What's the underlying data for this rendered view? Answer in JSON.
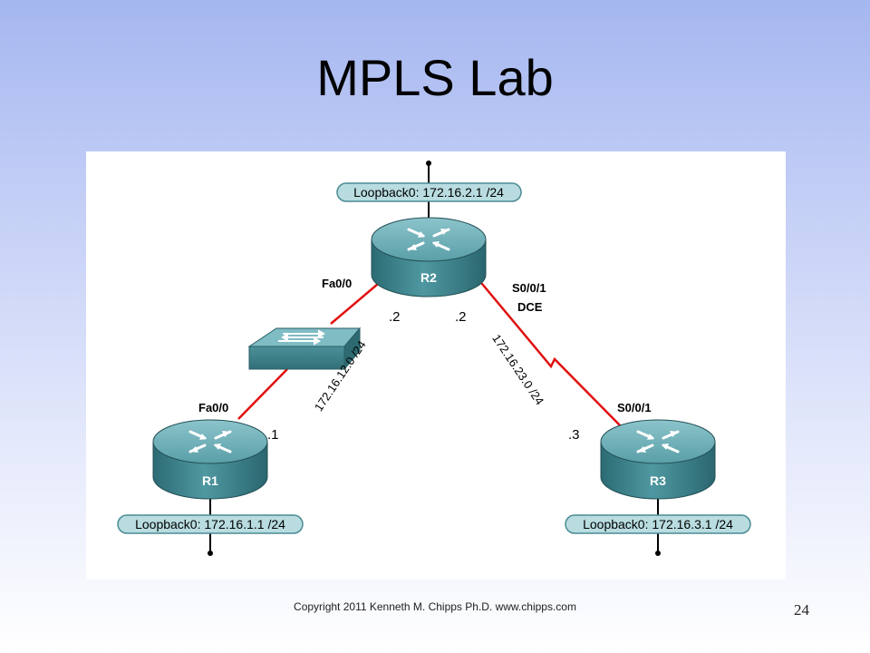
{
  "slide": {
    "title": "MPLS Lab",
    "footer": "Copyright 2011 Kenneth M. Chipps Ph.D. www.chipps.com",
    "page_number": "24"
  },
  "diagram": {
    "routers": [
      {
        "label": "R2",
        "loopback": "Loopback0: 172.16.2.1 /24"
      },
      {
        "label": "R1",
        "loopback": "Loopback0: 172.16.1.1 /24"
      },
      {
        "label": "R3",
        "loopback": "Loopback0: 172.16.3.1 /24"
      }
    ],
    "interfaces": {
      "r2_fa": "Fa0/0",
      "r2_serial": "S0/0/1",
      "r2_dce": "DCE",
      "r1_fa": "Fa0/0",
      "r3_serial": "S0/0/1"
    },
    "host_ids": {
      "r2_left": ".2",
      "r2_right": ".2",
      "r1": ".1",
      "r3": ".3"
    },
    "networks": {
      "left_link": "172.16.12.0 /24",
      "right_link": "172.16.23.0 /24"
    },
    "colors": {
      "link": "#e01010",
      "router_fill": "#3f8790",
      "router_top": "#6fb0b8",
      "label_fill": "#b8dce0",
      "label_stroke": "#4a8c94"
    }
  }
}
